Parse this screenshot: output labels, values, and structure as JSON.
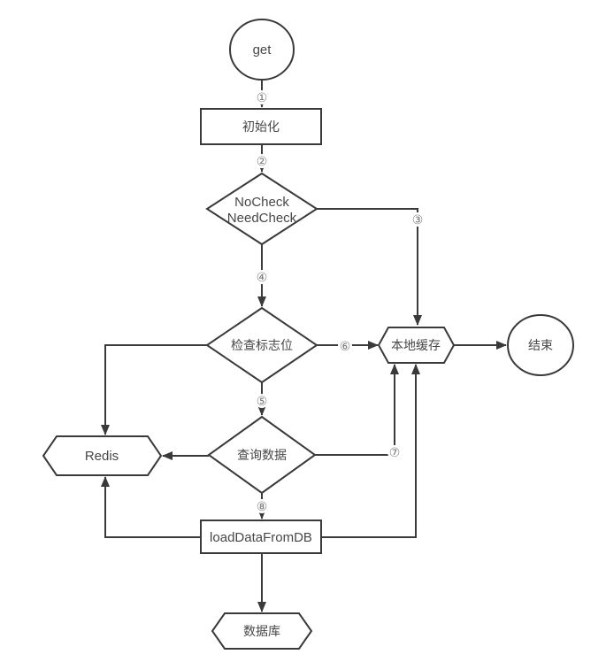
{
  "diagram": {
    "type": "flowchart",
    "background_color": "#ffffff",
    "colors": {
      "shape_stroke": "#3a3a3a",
      "shape_fill": "#ffffff",
      "node_text": "#474747",
      "edge_label_text": "#7a7a7a"
    },
    "nodes": {
      "start": {
        "shape": "circle",
        "label": "get"
      },
      "init": {
        "shape": "rect",
        "label": "初始化"
      },
      "check_mode": {
        "shape": "diamond",
        "line1": "NoCheck",
        "line2": "NeedCheck"
      },
      "check_flag": {
        "shape": "diamond",
        "label": "检查标志位"
      },
      "local_cache": {
        "shape": "hexagon",
        "label": "本地缓存"
      },
      "end": {
        "shape": "circle",
        "label": "结束"
      },
      "redis": {
        "shape": "hexagon",
        "label": "Redis"
      },
      "query_data": {
        "shape": "diamond",
        "label": "查询数据"
      },
      "load_db": {
        "shape": "rect",
        "label": "loadDataFromDB"
      },
      "database": {
        "shape": "hexagon",
        "label": "数据库"
      }
    },
    "edge_labels": {
      "1": "①",
      "2": "②",
      "3": "③",
      "4": "④",
      "5": "⑤",
      "6": "⑥",
      "7": "⑦",
      "8": "⑧"
    }
  }
}
